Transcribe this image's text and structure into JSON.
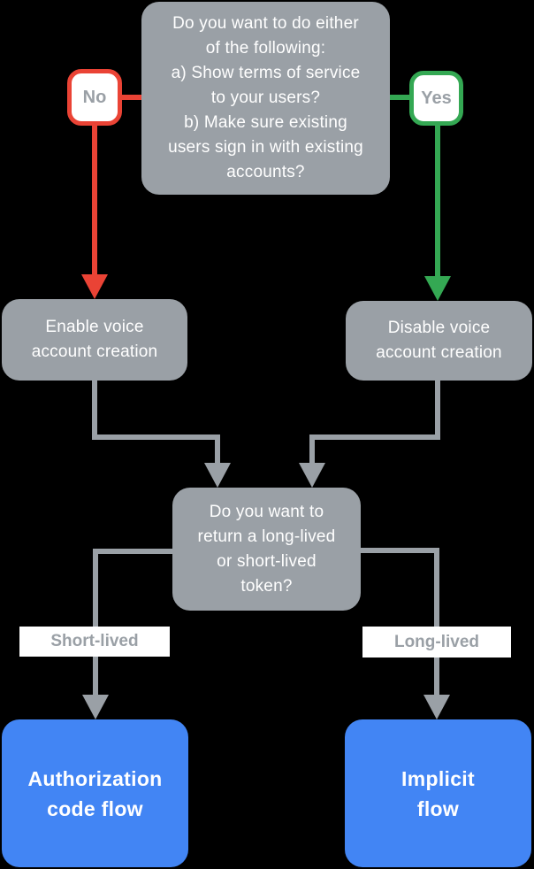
{
  "colors": {
    "box_gray": "#9AA0A6",
    "branch_red": "#EA4335",
    "branch_green": "#34A853",
    "result_blue": "#4285F4",
    "background": "#000000",
    "box_text": "#FFFFFF",
    "label_text": "#9AA0A6"
  },
  "flowchart": {
    "question1": {
      "lines": [
        "Do you want to do either",
        "of the following:",
        "a) Show terms of service",
        "to your users?",
        "b) Make sure existing",
        "users sign in with existing",
        "accounts?"
      ]
    },
    "branch_no": {
      "label": "No"
    },
    "branch_yes": {
      "label": "Yes"
    },
    "enable_node": {
      "lines": [
        "Enable voice",
        "account creation"
      ]
    },
    "disable_node": {
      "lines": [
        "Disable voice",
        "account creation"
      ]
    },
    "question2": {
      "lines": [
        "Do you want to",
        "return a long-lived",
        "or short-lived",
        "token?"
      ]
    },
    "branch_short": {
      "label": "Short-lived"
    },
    "branch_long": {
      "label": "Long-lived"
    },
    "result_auth": {
      "lines": [
        "Authorization",
        "code flow"
      ]
    },
    "result_implicit": {
      "lines": [
        "Implicit",
        "flow"
      ]
    }
  }
}
